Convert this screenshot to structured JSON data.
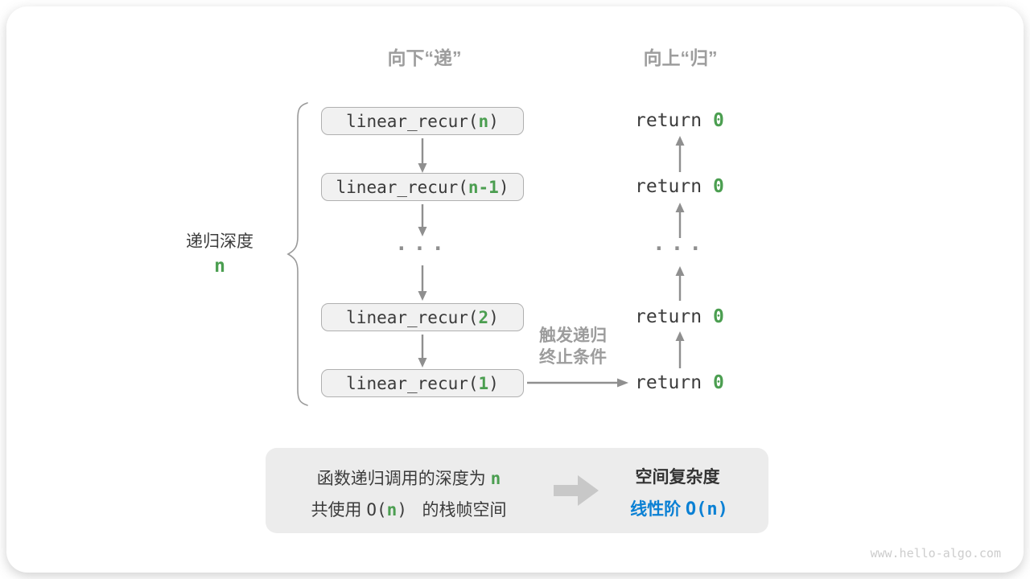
{
  "headers": {
    "descend": "向下“递”",
    "ascend": "向上“归”"
  },
  "depth_brace": {
    "label": "递归深度",
    "value": "n"
  },
  "stack": {
    "calls": [
      {
        "prefix": "linear_recur(",
        "arg": "n",
        "suffix": ")"
      },
      {
        "prefix": "linear_recur(",
        "arg": "n-1",
        "suffix": ")"
      },
      {
        "prefix": "linear_recur(",
        "arg": "2",
        "suffix": ")"
      },
      {
        "prefix": "linear_recur(",
        "arg": "1",
        "suffix": ")"
      }
    ],
    "ellipsis": "..."
  },
  "returns": {
    "keyword": "return ",
    "value": "0",
    "ellipsis": "..."
  },
  "trigger": {
    "line1": "触发递归",
    "line2": "终止条件"
  },
  "summary": {
    "line1_text": "函数递归调用的深度为 ",
    "line1_var": "n",
    "line2_pre": "共使用 ",
    "line2_open": "O(",
    "line2_var": "n",
    "line2_close": ") ",
    "line2_post": " 的栈帧空间",
    "result_title": "空间复杂度",
    "result_label": "线性阶 ",
    "result_value": "O(n)"
  },
  "page": {
    "watermark": "www.hello-algo.com"
  },
  "colors": {
    "accent_green": "#4b9e50",
    "accent_blue": "#0a80d4",
    "muted_gray": "#9d9d9d",
    "box_fill": "#f1f1f1",
    "panel_fill": "#ececec"
  }
}
